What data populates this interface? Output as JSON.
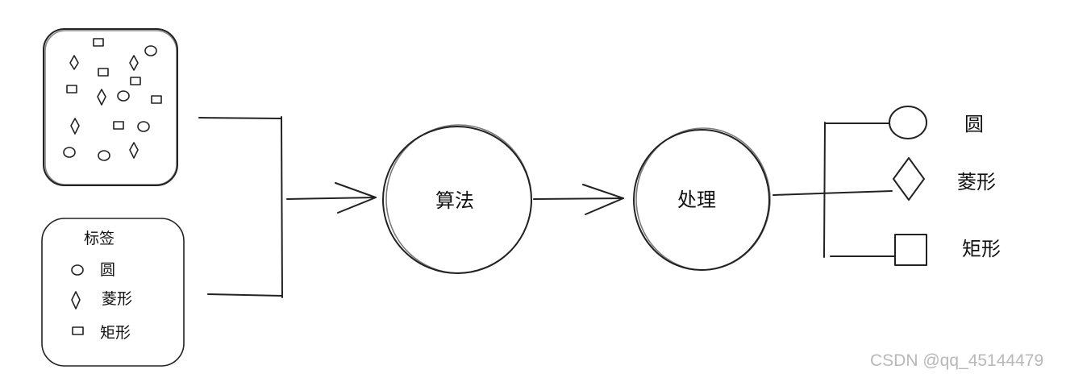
{
  "legend": {
    "title": "标签",
    "items": [
      {
        "icon": "circle-icon",
        "label": "圆"
      },
      {
        "icon": "diamond-icon",
        "label": "菱形"
      },
      {
        "icon": "square-icon",
        "label": "矩形"
      }
    ]
  },
  "nodes": {
    "algorithm": "算法",
    "process": "处理"
  },
  "outputs": [
    {
      "icon": "circle-icon",
      "label": "圆"
    },
    {
      "icon": "diamond-icon",
      "label": "菱形"
    },
    {
      "icon": "square-icon",
      "label": "矩形"
    }
  ],
  "watermark": "CSDN @qq_45144479",
  "colors": {
    "stroke": "#222222",
    "watermark": "#b8b8b8",
    "background": "#ffffff"
  }
}
